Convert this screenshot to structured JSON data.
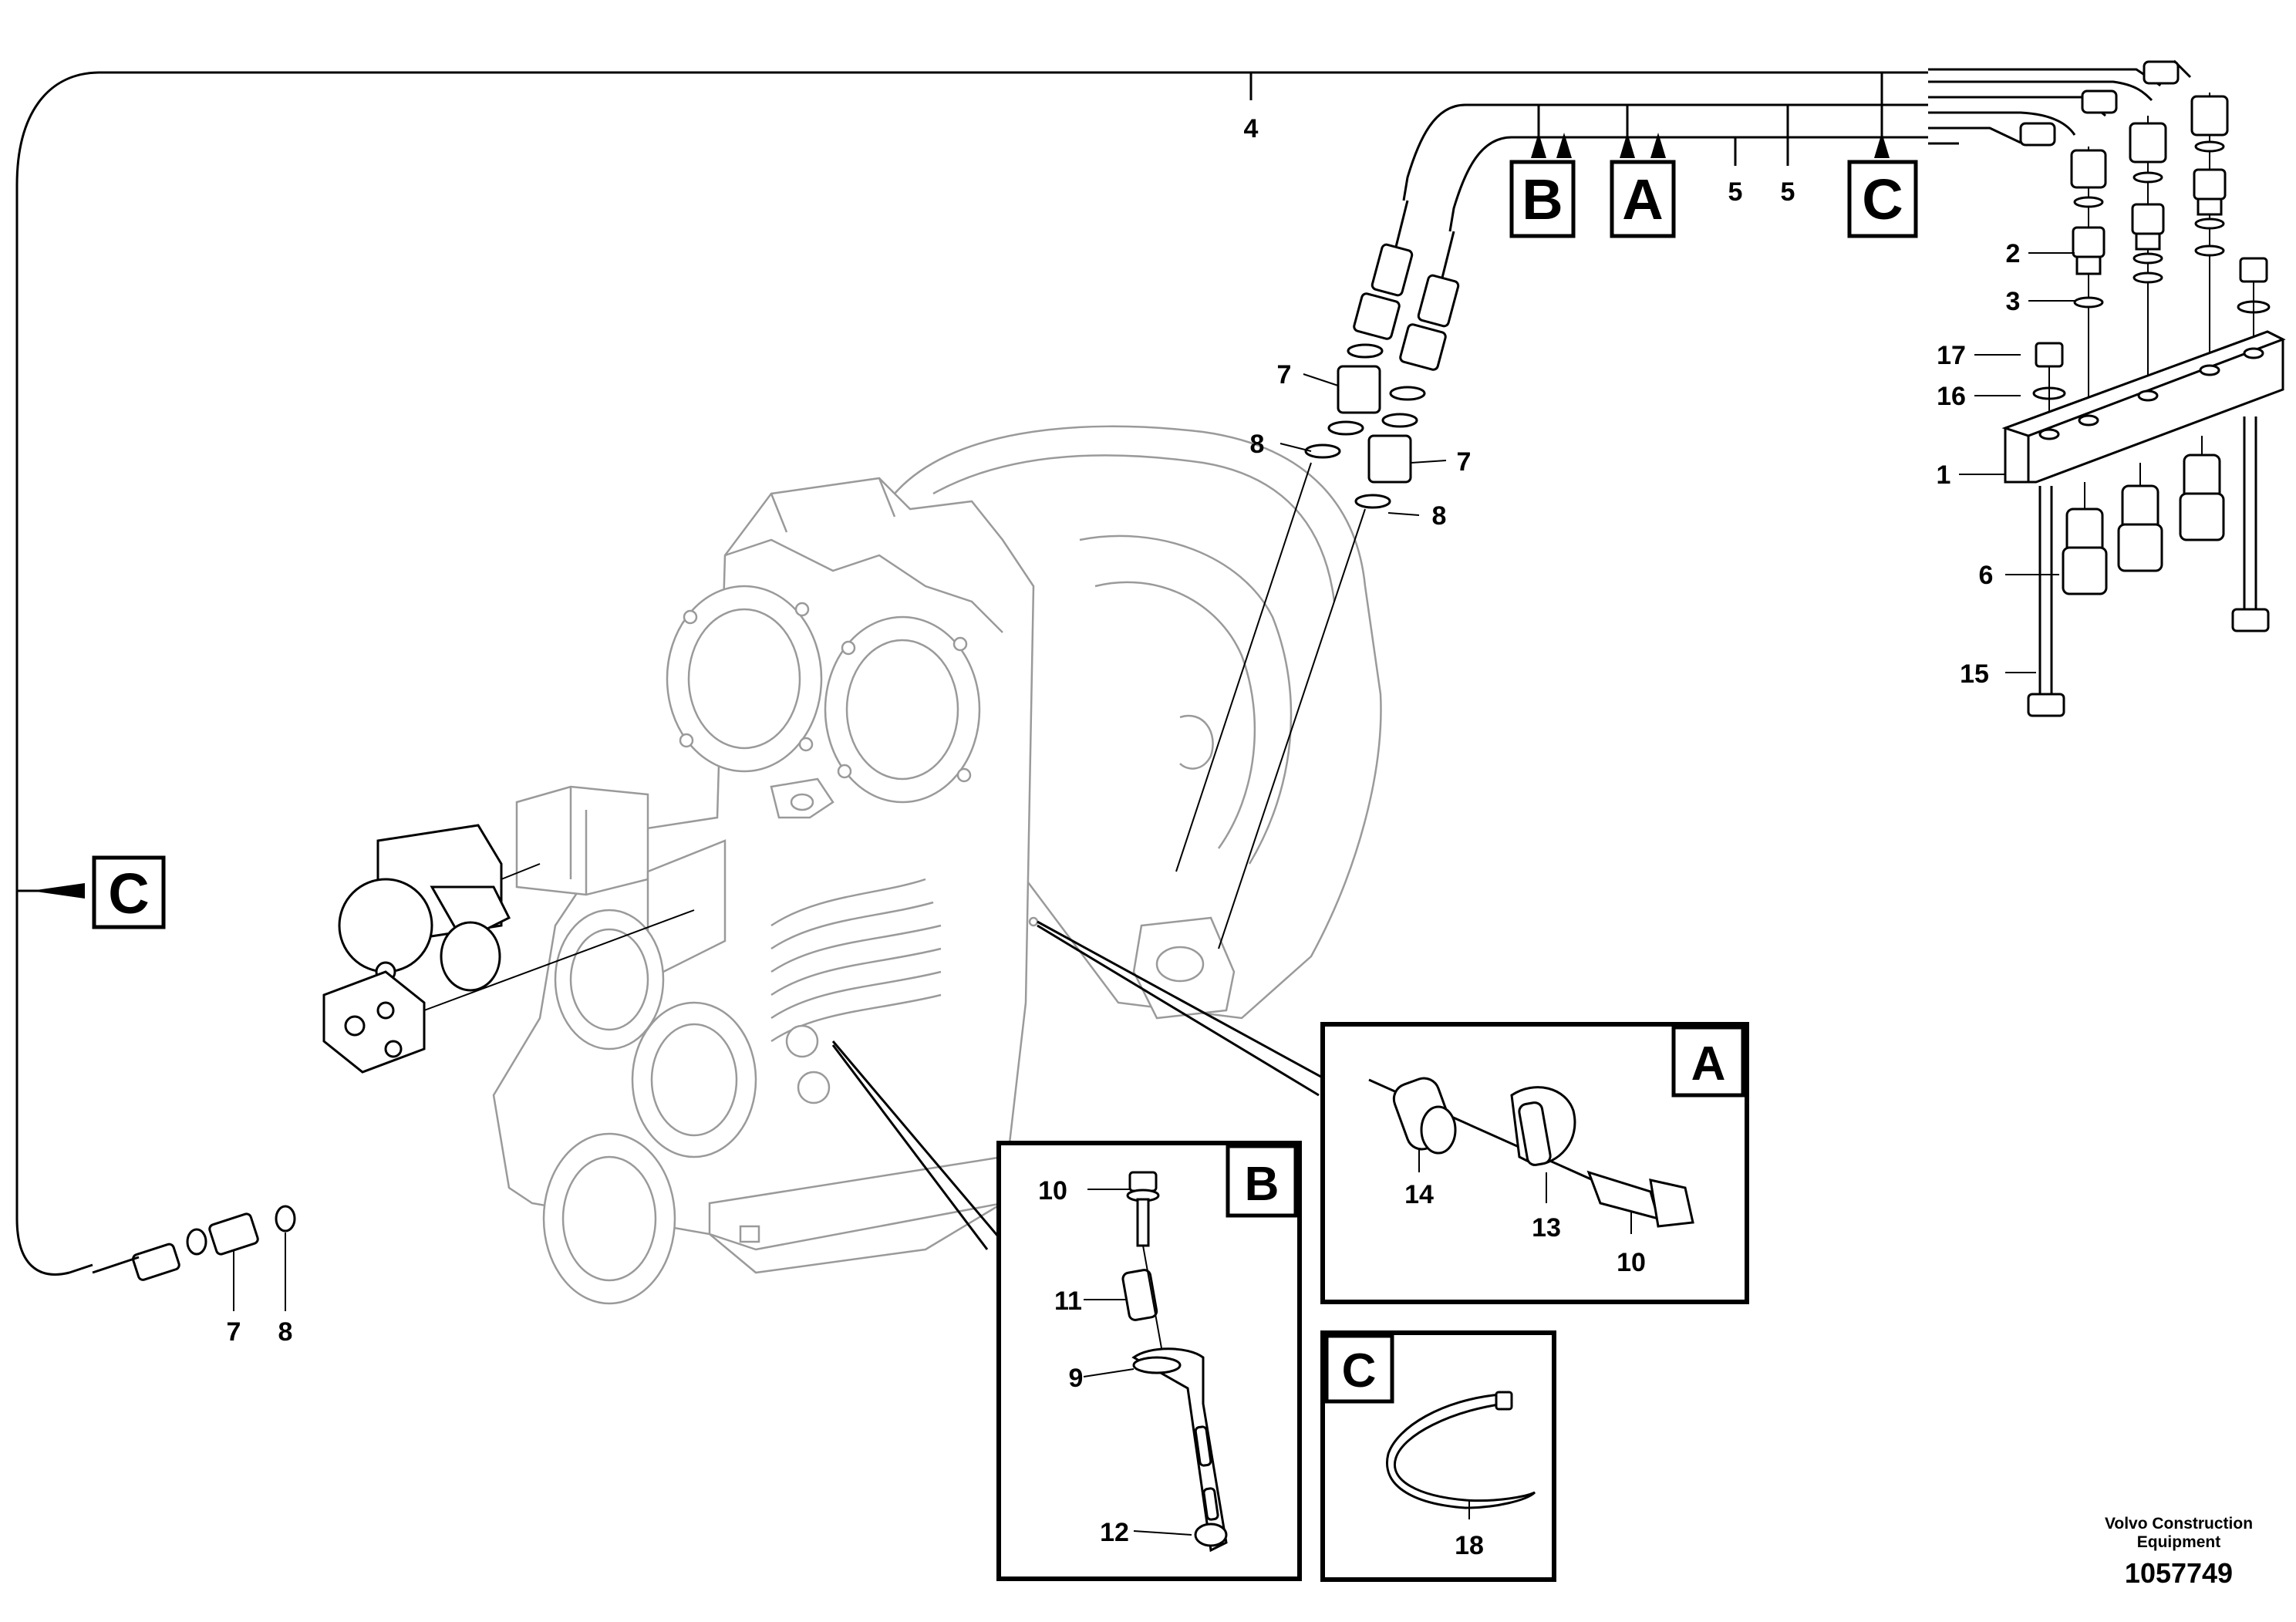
{
  "callouts": {
    "c1": "1",
    "c2": "2",
    "c3": "3",
    "c4": "4",
    "c5a": "5",
    "c5b": "5",
    "c6": "6",
    "c7a": "7",
    "c7b": "7",
    "c7c": "7",
    "c8a": "8",
    "c8b": "8",
    "c8c": "8",
    "c9": "9",
    "c10a": "10",
    "c10b": "10",
    "c11": "11",
    "c12": "12",
    "c13": "13",
    "c14": "14",
    "c15": "15",
    "c16": "16",
    "c17": "17",
    "c18": "18"
  },
  "section_tags": {
    "b_top": "B",
    "a_top": "A",
    "c_top": "C",
    "c_left": "C"
  },
  "detail_views": {
    "a": "A",
    "b": "B",
    "c": "C"
  },
  "footer": {
    "brand_line1": "Volvo Construction",
    "brand_line2": "Equipment",
    "doc_number": "1057749"
  }
}
